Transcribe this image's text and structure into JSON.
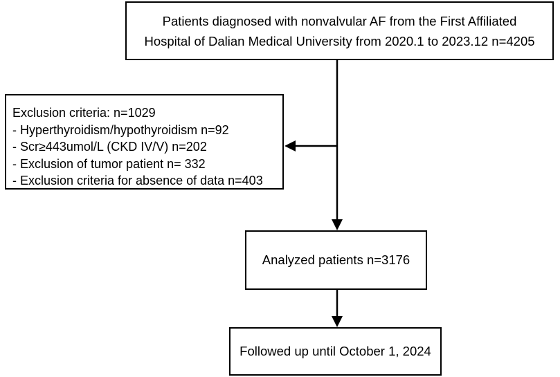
{
  "top_box": {
    "lines": [
      "Patients diagnosed with nonvalvular AF from the First Affiliated",
      "Hospital of Dalian Medical University from 2020.1 to 2023.12 n=4205"
    ]
  },
  "exclusion_box": {
    "title": "Exclusion criteria: n=1029",
    "items": [
      "- Hyperthyroidism/hypothyroidism n=92",
      "- Scr≥443umol/L (CKD IV/V) n=202",
      "- Exclusion of tumor patient n= 332",
      "- Exclusion criteria for absence of data n=403"
    ]
  },
  "analyzed_box": {
    "text": "Analyzed patients n=3176"
  },
  "followup_box": {
    "text": "Followed up until October 1, 2024"
  }
}
